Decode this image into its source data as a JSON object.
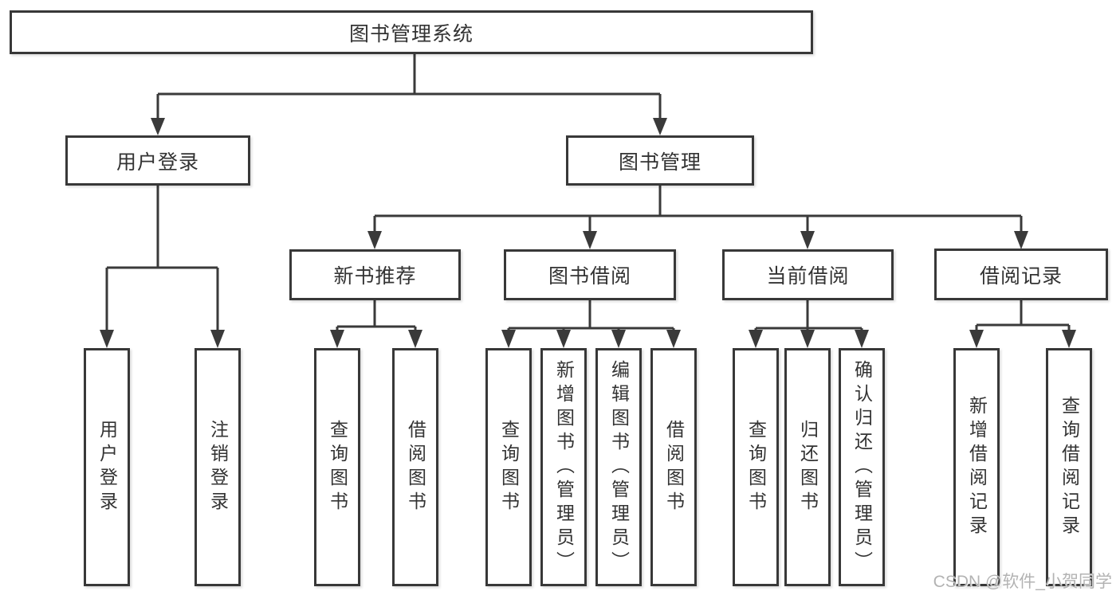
{
  "diagram": {
    "type": "hierarchy-tree",
    "colors": {
      "line": "#3a3a3a",
      "border": "#383838",
      "text": "#333333",
      "background": "#ffffff",
      "watermark": "#b3b3b3"
    },
    "hierarchy": {
      "root": "图书管理系统",
      "children": [
        {
          "label": "用户登录",
          "children": [
            "用户登录",
            "注销登录"
          ]
        },
        {
          "label": "图书管理",
          "children": [
            {
              "label": "新书推荐",
              "children": [
                "查询图书",
                "借阅图书"
              ]
            },
            {
              "label": "图书借阅",
              "children": [
                "查询图书",
                "新增图书（管理员）",
                "编辑图书（管理员）",
                "借阅图书"
              ]
            },
            {
              "label": "当前借阅",
              "children": [
                "查询图书",
                "归还图书",
                "确认归还（管理员）"
              ]
            },
            {
              "label": "借阅记录",
              "children": [
                "新增借阅记录",
                "查询借阅记录"
              ]
            }
          ]
        }
      ]
    }
  },
  "nodes": {
    "root": {
      "label": "图书管理系统"
    },
    "user_login": {
      "label": "用户登录"
    },
    "book_mgmt": {
      "label": "图书管理"
    },
    "new_book_rec": {
      "label": "新书推荐"
    },
    "book_borrow": {
      "label": "图书借阅"
    },
    "current_borrow": {
      "label": "当前借阅"
    },
    "borrow_record": {
      "label": "借阅记录"
    },
    "leaf_user_login": {
      "label": "用户登录"
    },
    "leaf_logout": {
      "label": "注销登录"
    },
    "leaf_nbr_query": {
      "label": "查询图书"
    },
    "leaf_nbr_borrow": {
      "label": "借阅图书"
    },
    "leaf_bb_query": {
      "label": "查询图书"
    },
    "leaf_bb_add": {
      "label": "新增图书（管理员）"
    },
    "leaf_bb_edit": {
      "label": "编辑图书（管理员）"
    },
    "leaf_bb_borrow": {
      "label": "借阅图书"
    },
    "leaf_cb_query": {
      "label": "查询图书"
    },
    "leaf_cb_return": {
      "label": "归还图书"
    },
    "leaf_cb_confirm": {
      "label": "确认归还（管理员）"
    },
    "leaf_br_add": {
      "label": "新增借阅记录"
    },
    "leaf_br_query": {
      "label": "查询借阅记录"
    }
  },
  "watermark": {
    "text": "CSDN @软件_小贺同学"
  }
}
